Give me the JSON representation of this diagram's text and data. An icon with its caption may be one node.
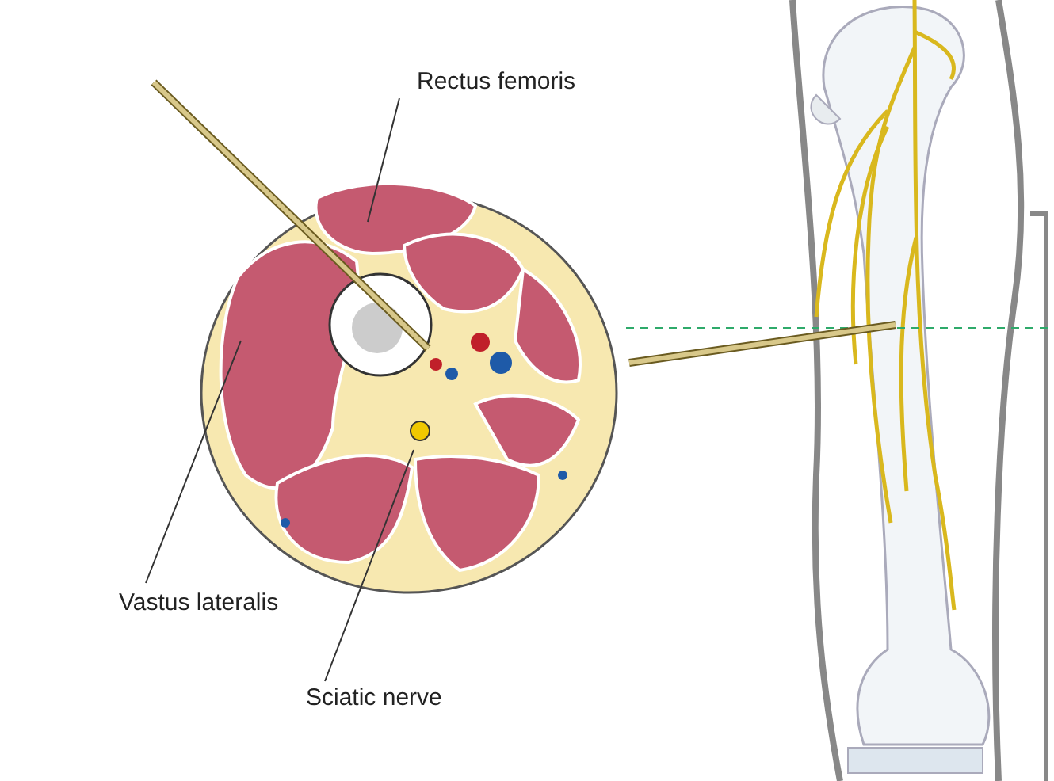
{
  "diagram": {
    "nodes": [
      {
        "text": [
          "Rectus femoris"
        ]
      },
      {
        "text": [
          "Vastus lateralis"
        ]
      },
      {
        "text": [
          "Sciatic nerve"
        ]
      }
    ],
    "edges": [
      {
        "from": 0,
        "to": null,
        "arrow": "none"
      },
      {
        "from": 1,
        "to": null,
        "arrow": "none"
      },
      {
        "from": 2,
        "to": null,
        "arrow": "none"
      }
    ]
  }
}
